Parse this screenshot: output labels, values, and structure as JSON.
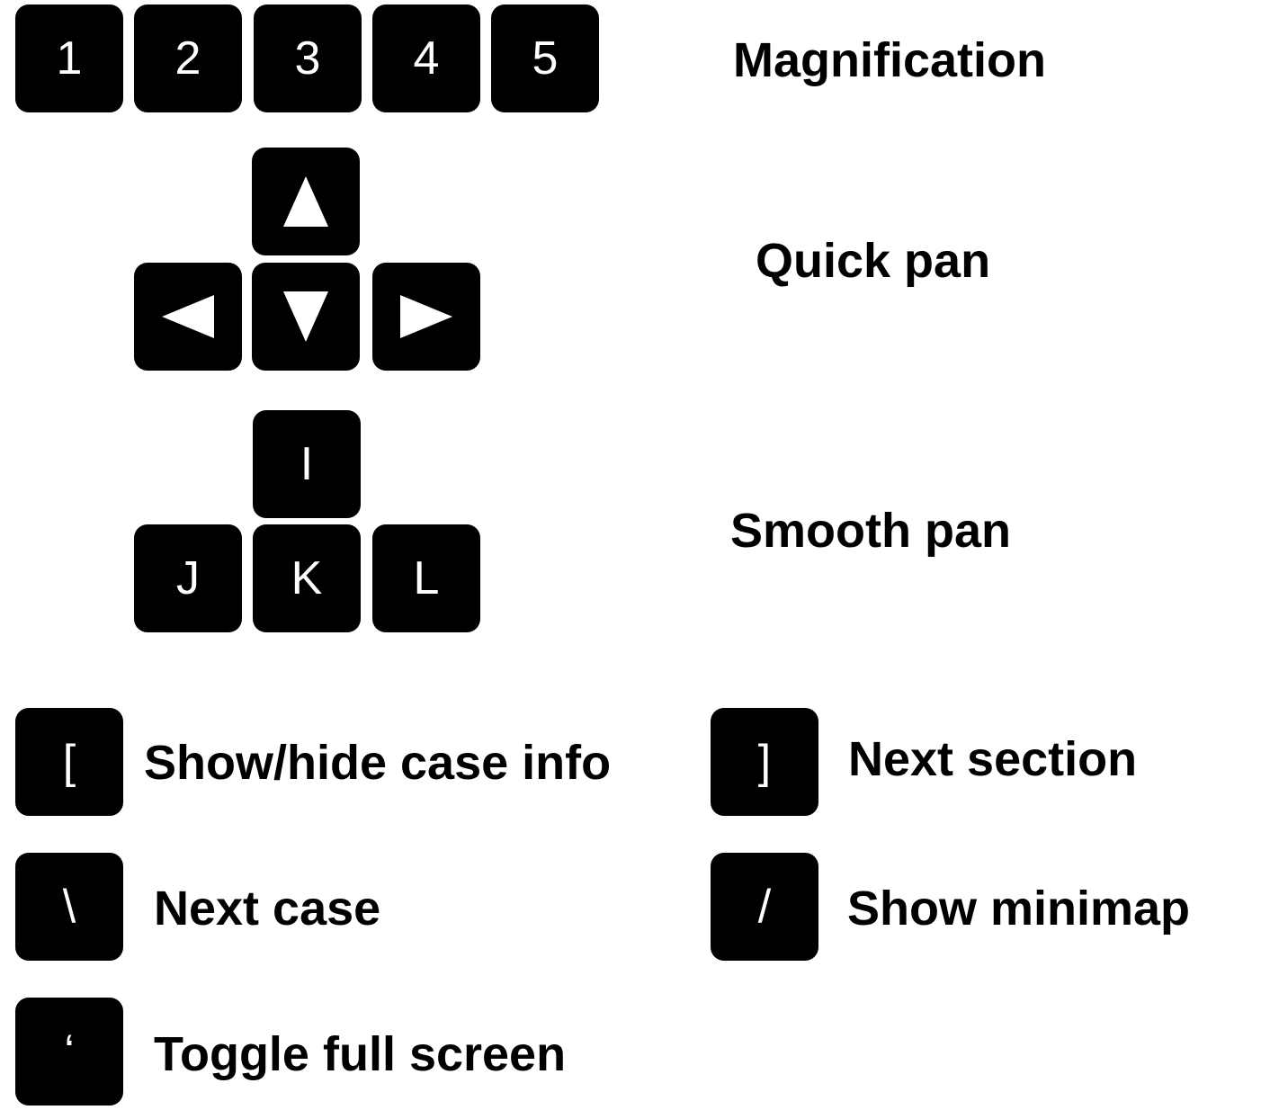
{
  "magnification": {
    "keys": [
      "1",
      "2",
      "3",
      "4",
      "5"
    ],
    "label": "Magnification"
  },
  "quick_pan": {
    "keys": {
      "up": "▲",
      "left": "◀",
      "down": "▼",
      "right": "▶"
    },
    "icons": [
      "triangle-up-icon",
      "triangle-left-icon",
      "triangle-down-icon",
      "triangle-right-icon"
    ],
    "label": "Quick pan"
  },
  "smooth_pan": {
    "keys": {
      "up": "I",
      "left": "J",
      "down": "K",
      "right": "L"
    },
    "label": "Smooth pan"
  },
  "shortcuts": [
    {
      "key": "[",
      "label": "Show/hide case info"
    },
    {
      "key": "]",
      "label": "Next section"
    },
    {
      "key": "\\",
      "label": "Next case"
    },
    {
      "key": "/",
      "label": "Show minimap"
    },
    {
      "key": "‘",
      "label": "Toggle full screen"
    }
  ],
  "colors": {
    "key_background": "#000000",
    "key_text": "#ffffff",
    "label_text": "#000000",
    "page_background": "#ffffff"
  }
}
